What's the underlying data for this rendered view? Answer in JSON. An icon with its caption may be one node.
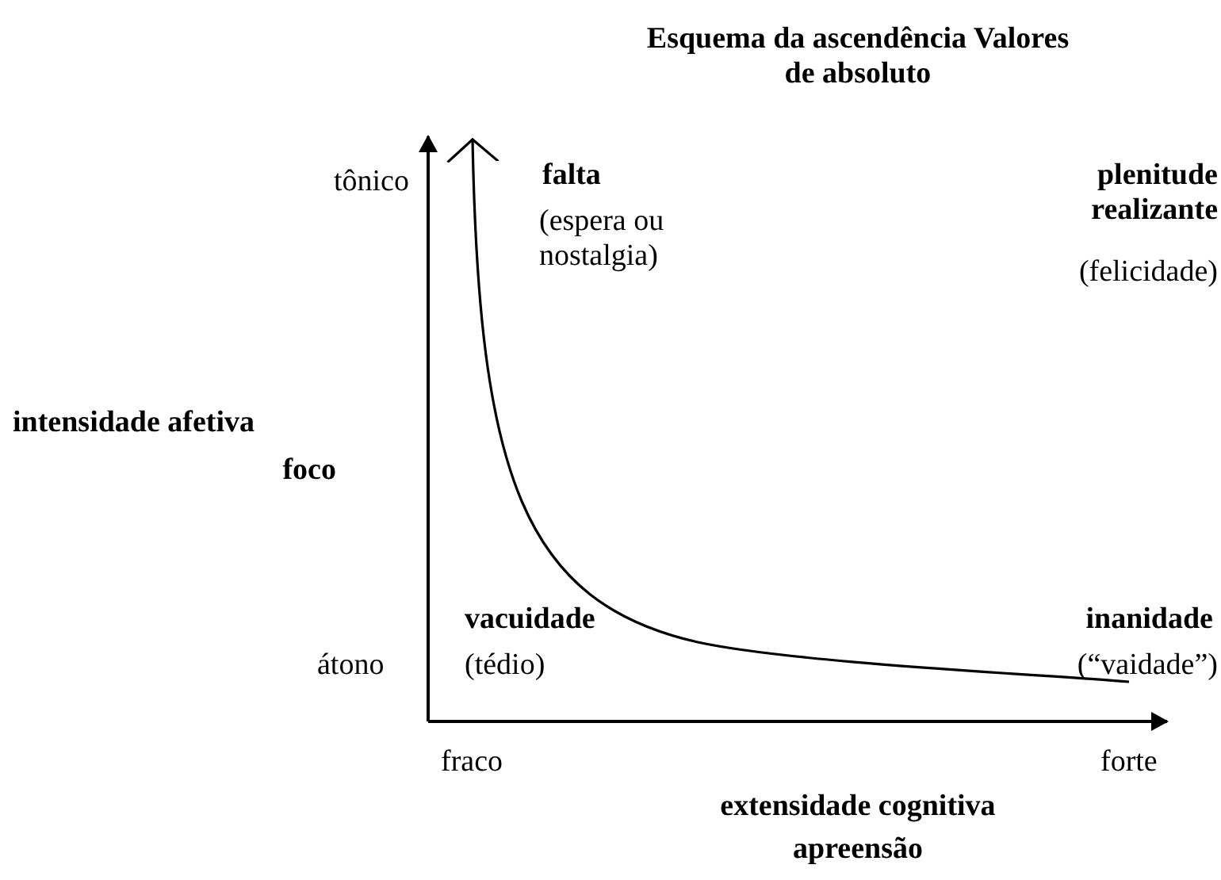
{
  "diagram": {
    "title": "Esquema da ascendência Valores de absoluto",
    "labels": [
      "tônico",
      "falta",
      "(espera ou nostalgia)",
      "plenitude realizante",
      "(felicidade)",
      "intensidade afetiva",
      "foco",
      "vacuidade",
      "inanidade",
      "átono",
      "(tédio)",
      "(“vaidade”)",
      "fraco",
      "forte",
      "extensidade cognitiva",
      "apreensão"
    ]
  }
}
